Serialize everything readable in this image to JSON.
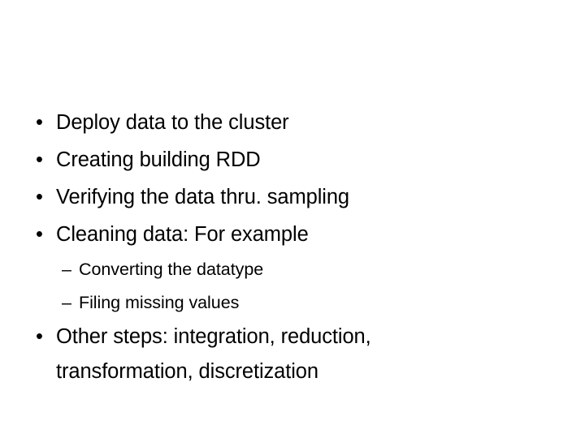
{
  "slide": {
    "background_color": "#ffffff",
    "text_color": "#000000",
    "markers": {
      "level1": "•",
      "level2": "–"
    },
    "bullets_level1_top": [
      {
        "text": "Deploy data to the cluster"
      },
      {
        "text": "Creating building RDD"
      },
      {
        "text": "Verifying the data thru. sampling"
      },
      {
        "text": "Cleaning data: For example"
      }
    ],
    "bullets_level2": [
      {
        "text": "Converting the datatype"
      },
      {
        "text": "Filing missing values"
      }
    ],
    "bullets_level1_bottom": [
      {
        "line1": "Other steps: integration, reduction,",
        "line2": "transformation, discretization"
      }
    ]
  }
}
